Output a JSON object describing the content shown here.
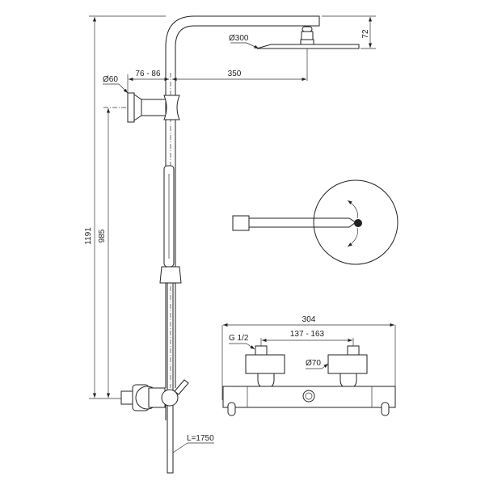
{
  "title": "Shower system dimension drawing",
  "dimensions": {
    "total_height": "1191",
    "bracket_height": "985",
    "head_offset": "72",
    "head_diameter": "Ø300",
    "arm_length": "350",
    "wall_distance": "76 - 86",
    "bracket_diameter": "Ø60",
    "hose_length": "L=1750",
    "mixer_width": "304",
    "inlet_spacing": "137 - 163",
    "thread": "G 1/2",
    "cap_diameter": "Ø70"
  }
}
